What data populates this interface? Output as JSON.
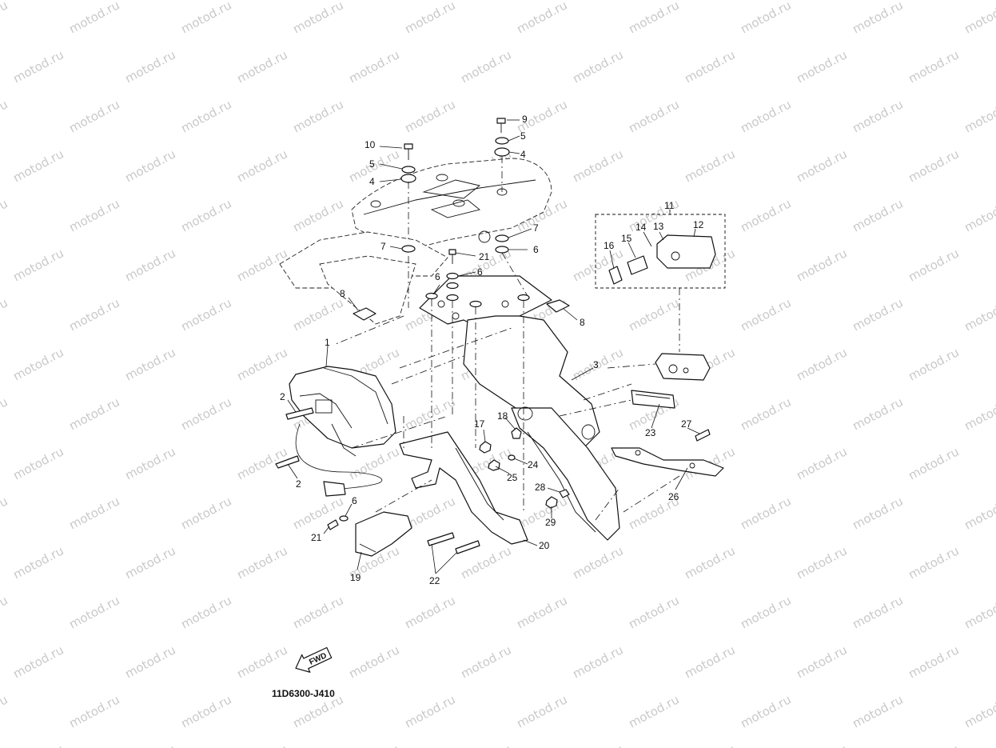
{
  "watermark": "motod.ru",
  "diagram_code": "11D6300-J410",
  "fwd_label": "FWD",
  "callouts": {
    "c1": "1",
    "c2a": "2",
    "c2b": "2",
    "c3": "3",
    "c4a": "4",
    "c4b": "4",
    "c5a": "5",
    "c5b": "5",
    "c6a": "6",
    "c6b": "6",
    "c6c": "6",
    "c6d": "6",
    "c7a": "7",
    "c7b": "7",
    "c8a": "8",
    "c8b": "8",
    "c9": "9",
    "c10": "10",
    "c11": "11",
    "c12": "12",
    "c13": "13",
    "c14": "14",
    "c15": "15",
    "c16": "16",
    "c17": "17",
    "c18": "18",
    "c19": "19",
    "c20": "20",
    "c21a": "21",
    "c21b": "21",
    "c22": "22",
    "c23": "23",
    "c24": "24",
    "c25": "25",
    "c26": "26",
    "c27": "27",
    "c28": "28",
    "c29": "29"
  }
}
